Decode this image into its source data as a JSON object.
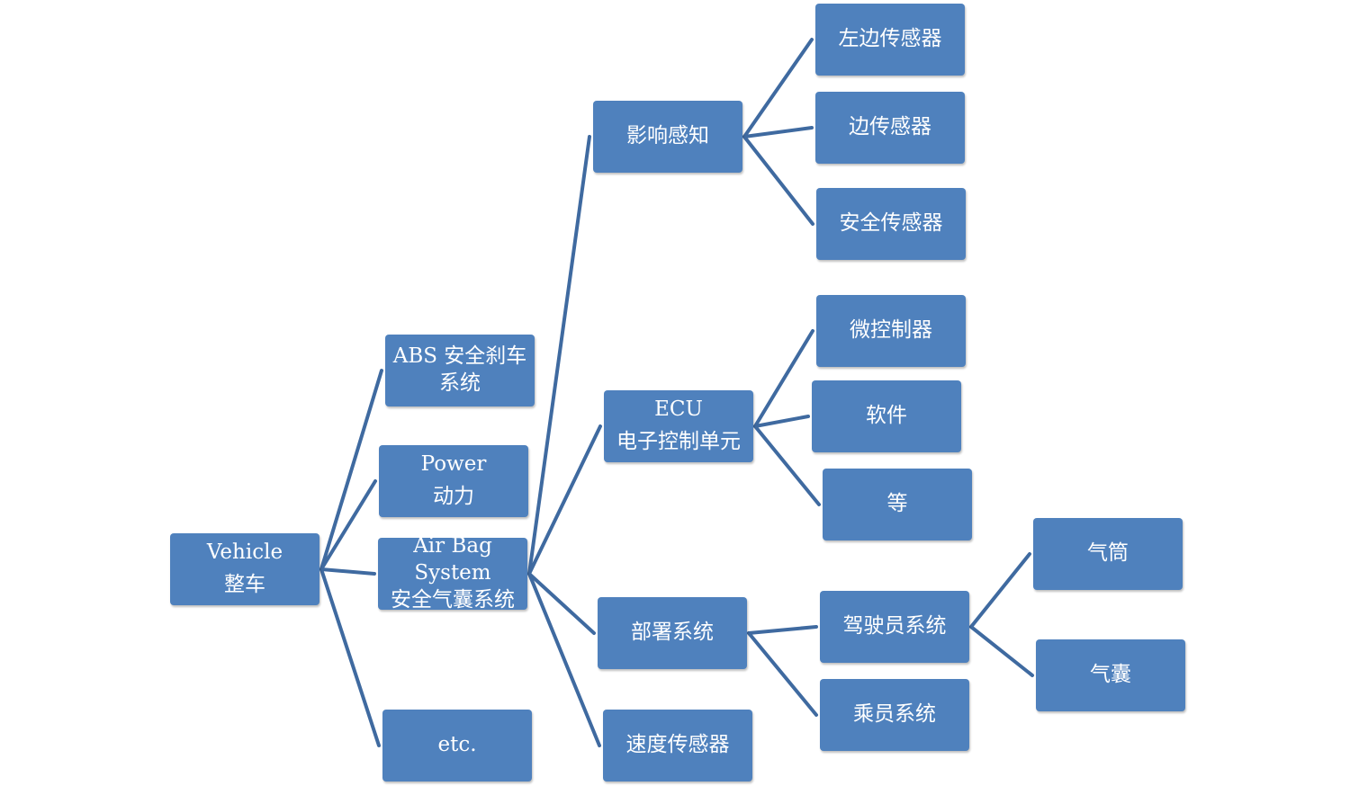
{
  "colors": {
    "node_fill": "#4f81bd",
    "link_stroke": "#3f6aa0",
    "text": "#ffffff"
  },
  "nodes": {
    "vehicle": {
      "line1": "Vehicle",
      "line2": "整车"
    },
    "abs": {
      "line1": "ABS 安全刹车",
      "line2": "系统"
    },
    "power": {
      "line1": "Power",
      "line2": "动力"
    },
    "airbag": {
      "line1": "Air Bag System",
      "line2": "安全气囊系统"
    },
    "etc": {
      "line1": "etc."
    },
    "impact": {
      "line1": "影响感知"
    },
    "ecu": {
      "line1": "ECU",
      "line2": "电子控制单元"
    },
    "deploy": {
      "line1": "部署系统"
    },
    "speed_sensor": {
      "line1": "速度传感器"
    },
    "left_sensor": {
      "line1": "左边传感器"
    },
    "side_sensor": {
      "line1": "边传感器"
    },
    "safety_sensor": {
      "line1": "安全传感器"
    },
    "microcontroller": {
      "line1": "微控制器"
    },
    "software": {
      "line1": "软件"
    },
    "ecu_etc": {
      "line1": "等"
    },
    "driver_system": {
      "line1": "驾驶员系统"
    },
    "passenger_system": {
      "line1": "乘员系统"
    },
    "inflator": {
      "line1": "气筒"
    },
    "airbag_bag": {
      "line1": "气囊"
    }
  },
  "edges": [
    {
      "from": "vehicle",
      "to": "abs"
    },
    {
      "from": "vehicle",
      "to": "power"
    },
    {
      "from": "vehicle",
      "to": "airbag"
    },
    {
      "from": "vehicle",
      "to": "etc"
    },
    {
      "from": "airbag",
      "to": "impact"
    },
    {
      "from": "airbag",
      "to": "ecu"
    },
    {
      "from": "airbag",
      "to": "deploy"
    },
    {
      "from": "airbag",
      "to": "speed_sensor"
    },
    {
      "from": "impact",
      "to": "left_sensor"
    },
    {
      "from": "impact",
      "to": "side_sensor"
    },
    {
      "from": "impact",
      "to": "safety_sensor"
    },
    {
      "from": "ecu",
      "to": "microcontroller"
    },
    {
      "from": "ecu",
      "to": "software"
    },
    {
      "from": "ecu",
      "to": "ecu_etc"
    },
    {
      "from": "deploy",
      "to": "driver_system"
    },
    {
      "from": "deploy",
      "to": "passenger_system"
    },
    {
      "from": "driver_system",
      "to": "inflator"
    },
    {
      "from": "driver_system",
      "to": "airbag_bag"
    }
  ]
}
